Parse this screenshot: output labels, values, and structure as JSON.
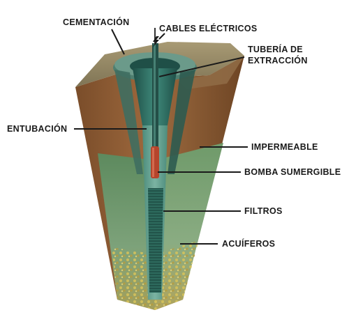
{
  "labels": {
    "cementacion": "CEMENTACIÓN",
    "cables_electricos": "CABLES ELÉCTRICOS",
    "tuberia_line1": "TUBERÍA DE",
    "tuberia_line2": "EXTRACCIÓN",
    "entubacion": "ENTUBACIÓN",
    "impermeable": "IMPERMEABLE",
    "bomba_sumergible": "BOMBA SUMERGIBLE",
    "filtros": "FILTROS",
    "acuiferos": "ACUÍFEROS"
  },
  "colors": {
    "soil": "#8a5a33",
    "aquifer": "#6f9a6a",
    "gravel": "#c9b24a",
    "casing": "#2f6e62",
    "pump": "#b5452c",
    "cement": "#4f7f70"
  }
}
